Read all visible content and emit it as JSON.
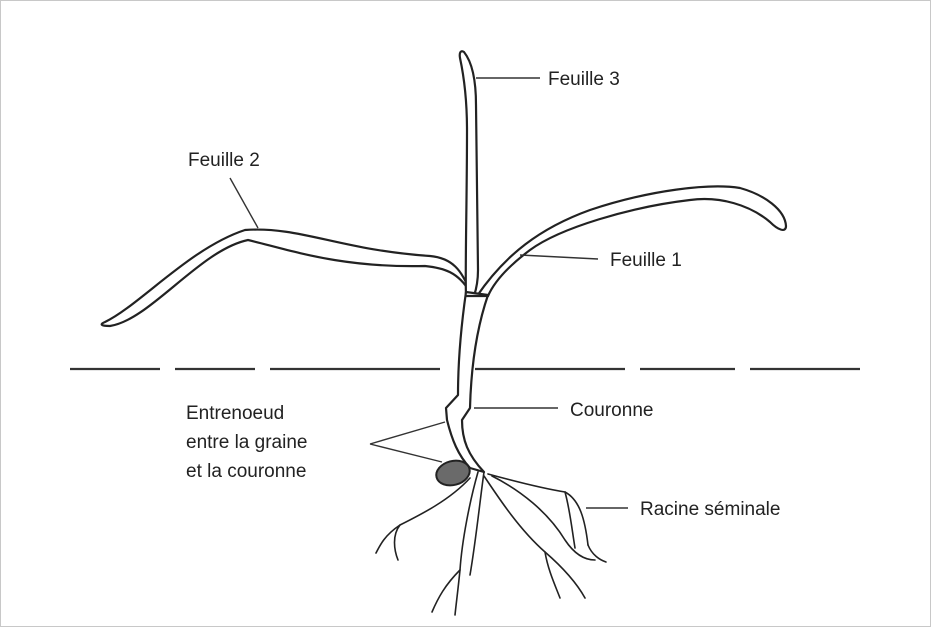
{
  "labels": {
    "leaf3": "Feuille 3",
    "leaf2": "Feuille 2",
    "leaf1": "Feuille 1",
    "internode_line1": "Entrenoeud",
    "internode_line2": "entre la graine",
    "internode_line3": "et la couronne",
    "crown": "Couronne",
    "seminal_root": "Racine séminale"
  },
  "colors": {
    "ink": "#222222",
    "seed": "#6a6a6a"
  }
}
